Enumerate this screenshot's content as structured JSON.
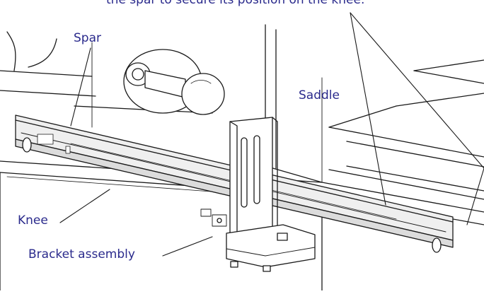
{
  "caption_fragment": "the spar to secure its position on the knee.",
  "labels": {
    "spar": "Spar",
    "saddle": "Saddle",
    "knee": "Knee",
    "bracket": "Bracket assembly"
  },
  "colors": {
    "label": "#2a2a8c",
    "line": "#1a1a1a",
    "shade": "#dcdcdc",
    "light": "#efefef"
  }
}
